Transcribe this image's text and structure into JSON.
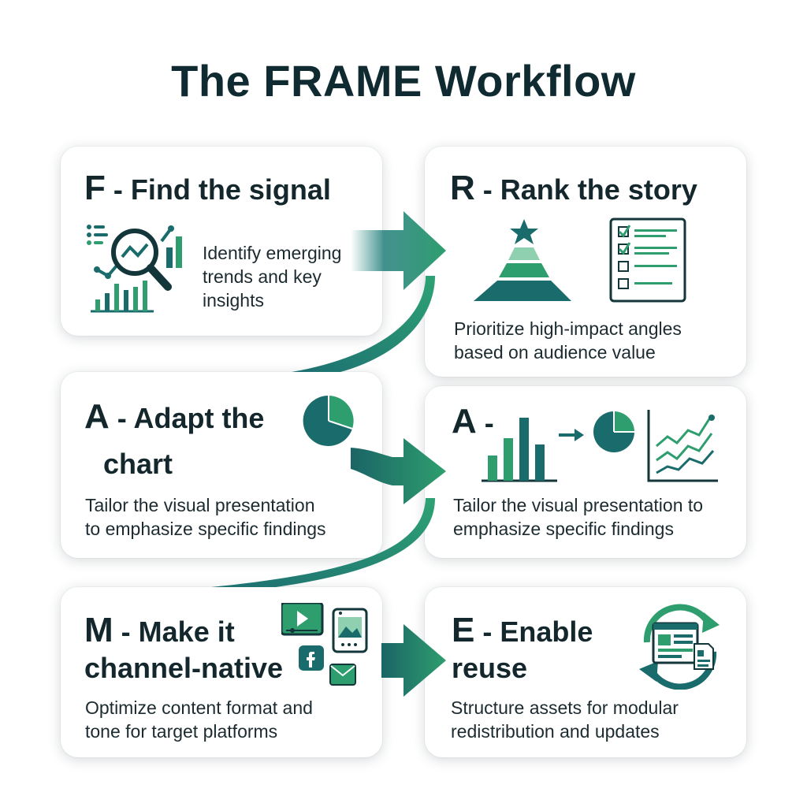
{
  "title": "The FRAME Workflow",
  "cards": [
    {
      "letter": "F",
      "heading": "- Find the signal",
      "desc_lines": [
        "Identify emerging",
        "trends and key",
        "insights"
      ],
      "icon": "magnifier-chart-icon"
    },
    {
      "letter": "R",
      "heading": "- Rank the story",
      "desc_lines": [
        "Prioritize high-impact angles",
        "based on audience value"
      ],
      "icon": "pyramid-checklist-icon"
    },
    {
      "letter": "A",
      "heading": "- Adapt the",
      "heading_line2": "chart",
      "desc_lines": [
        "Tailor the visual presentation",
        "to emphasize specific findings"
      ],
      "icon": "pie-chart-icon"
    },
    {
      "letter": "A",
      "heading": "-",
      "desc_lines": [
        "Tailor the visual presentation to",
        "emphasize specific findings"
      ],
      "icon": "bar-to-pie-to-line-icon"
    },
    {
      "letter": "M",
      "heading": "- Make it",
      "heading_line2": "channel-native",
      "desc_lines": [
        "Optimize content format and",
        "tone for target platforms"
      ],
      "icon": "social-channels-icon"
    },
    {
      "letter": "E",
      "heading": "- Enable",
      "heading_line2": "reuse",
      "desc_lines": [
        "Structure assets for modular",
        "redistribution and updates"
      ],
      "icon": "reuse-cycle-icon"
    }
  ],
  "colors": {
    "dark_teal": "#1a6b6b",
    "green": "#2e9e6e",
    "light_green": "#8fd0b0",
    "text": "#13272d"
  }
}
